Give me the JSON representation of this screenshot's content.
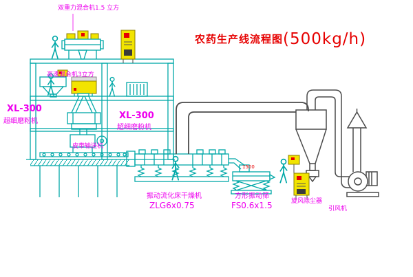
{
  "title": {
    "main": "农药生产线流程图",
    "capacity": "(500kg/h)"
  },
  "labels": {
    "gravity_mixer": "双重力混合机1.5 立方",
    "high_speed_mixer": "高速混合机3立方",
    "mill_left_model": "XL-300",
    "mill_left_name": "超细磨粉机",
    "mill_center_model": "XL-300",
    "mill_center_name": "超细磨粉机",
    "belt_conveyor": "皮带输送机",
    "dryer_name": "振动流化床干燥机",
    "dryer_model": "ZLG6x0.75",
    "screen_dim": "1500",
    "screen_name": "方形振动筛",
    "screen_model": "FS0.6x1.5",
    "cyclone_name": "旋风除尘器",
    "fan_name": "引风机"
  },
  "colors": {
    "machinery": "#00A8A8",
    "duct": "#4A4A4A",
    "label": "#EE00EE",
    "title": "#E60000",
    "panel": "#F2E400",
    "accent": "#E60000"
  }
}
